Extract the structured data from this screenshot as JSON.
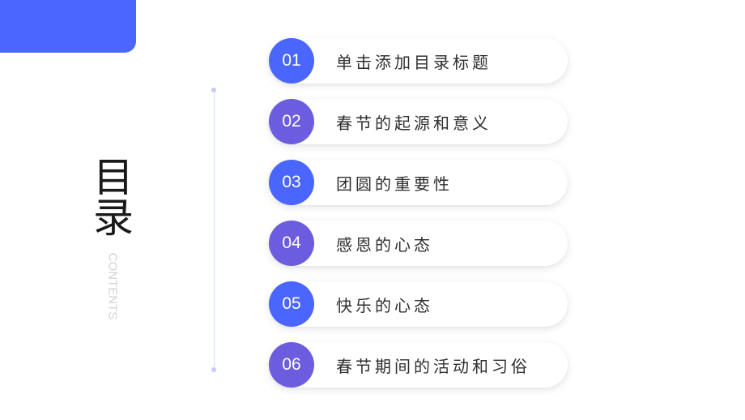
{
  "slide": {
    "title_cn": [
      "目",
      "录"
    ],
    "title_en": "CONTENTS",
    "colors": {
      "accent_blue": "#4A66FF",
      "accent_purple": "#6B5CE0",
      "timeline": "#d5dbff",
      "text": "#2e2e2e",
      "subtitle": "#d2d2d2"
    }
  },
  "toc": {
    "items": [
      {
        "number": "01",
        "label": "单击添加目录标题",
        "color": "blue"
      },
      {
        "number": "02",
        "label": "春节的起源和意义",
        "color": "purple"
      },
      {
        "number": "03",
        "label": "团圆的重要性",
        "color": "blue"
      },
      {
        "number": "04",
        "label": "感恩的心态",
        "color": "purple"
      },
      {
        "number": "05",
        "label": "快乐的心态",
        "color": "blue"
      },
      {
        "number": "06",
        "label": "春节期间的活动和习俗",
        "color": "purple"
      }
    ]
  }
}
